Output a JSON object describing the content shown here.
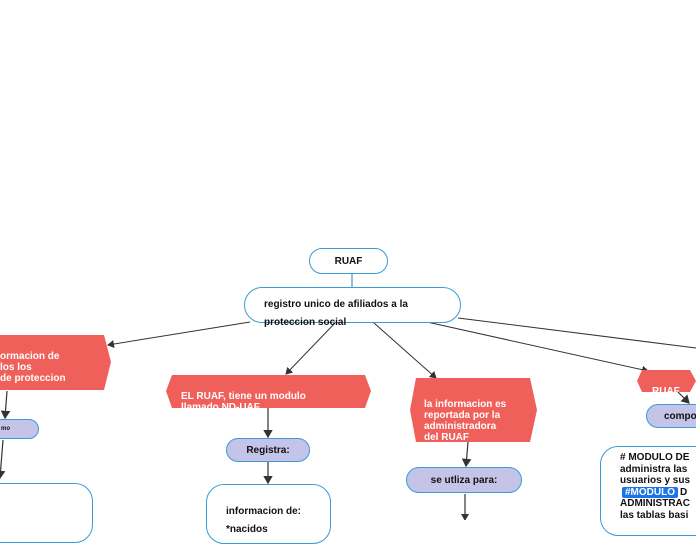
{
  "nodes": {
    "root": "RUAF",
    "center": "registro unico de afiliados a la\nproteccion social",
    "left_red": "ormacion de\n los los\n de proteccion",
    "left_lav": "mo",
    "mid_red": "EL RUAF, tiene un modulo\nllamado ND-UAF",
    "registra": "Registra:",
    "info": "informacion de:\n*nacidos",
    "reported_red": "la informacion es\nreportada por la\nadministradora\ndel RUAF",
    "utiliza": "se utliza para:",
    "right_red": "RUAF",
    "compo": "compo",
    "modulo_text": {
      "line1": "# MODULO DE",
      "line2": "administra las",
      "line3": "usuarios y sus",
      "tag": "#MODULO",
      "line4_after_tag": "D",
      "line5": "ADMINISTRAC",
      "line6": "las tablas basi"
    }
  },
  "colors": {
    "red": "#f0605a",
    "lavender": "#c3c4e8",
    "outline": "#3a9bd6",
    "tag": "#1e73e8",
    "connector": "#333333"
  }
}
